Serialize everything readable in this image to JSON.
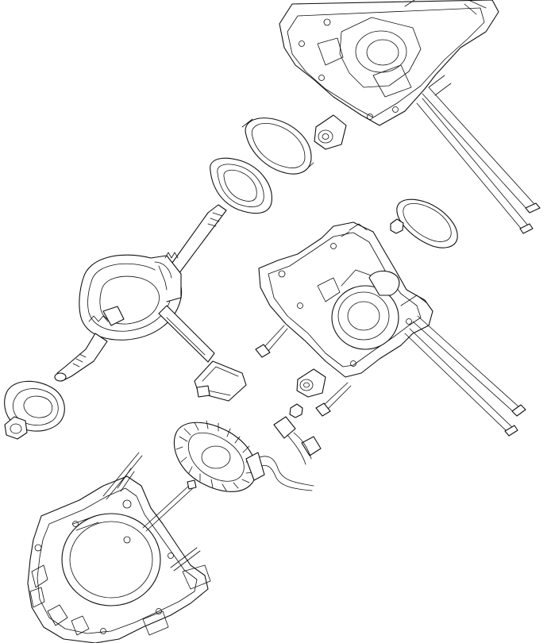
{
  "diagram": {
    "kind": "exploded-view line drawing",
    "labels_visible": false,
    "line_color": "#111111",
    "background": "#ffffff"
  },
  "parts": [
    {
      "id": "crankcase-half-upper"
    },
    {
      "id": "crankcase-half-middle"
    },
    {
      "id": "crankcase-cover-lower"
    },
    {
      "id": "crankshaft-assembly"
    },
    {
      "id": "connecting-rod"
    },
    {
      "id": "main-bearing"
    },
    {
      "id": "oil-seal-ring-upper"
    },
    {
      "id": "oil-seal-ring-middle"
    },
    {
      "id": "oil-seal-left"
    },
    {
      "id": "bushing-upper"
    },
    {
      "id": "bushing-middle"
    },
    {
      "id": "stator-coil"
    },
    {
      "id": "wiring-harness-connector"
    },
    {
      "id": "bolts-and-studs"
    }
  ]
}
